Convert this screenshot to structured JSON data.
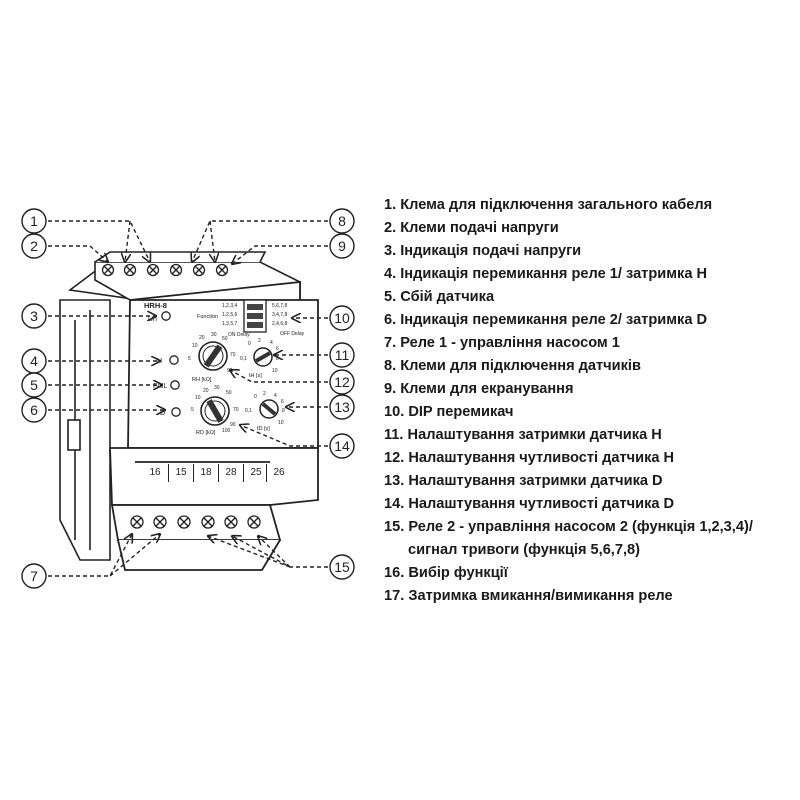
{
  "device": {
    "model": "HRH-8",
    "un_label": "Un",
    "h_label": "H",
    "fail_label": "FAIL",
    "d_label": "D",
    "function_label": "Function",
    "on_delay_label": "ON Delay",
    "off_delay_label": "OFF Delay",
    "dip_left": [
      "1,2,3,4",
      "1,2,5,6",
      "1,3,5,7"
    ],
    "dip_right": [
      "5,6,7,8",
      "3,4,7,8",
      "2,4,6,8"
    ],
    "rh_label": "RH [kΩ]",
    "rd_label": "RD [kΩ]",
    "th_label": "tH [s]",
    "td_label": "tD [s]",
    "rh_scale": [
      "5",
      "10",
      "20",
      "30",
      "50",
      "70",
      "90"
    ],
    "rd_scale": [
      "5",
      "10",
      "20",
      "30",
      "50",
      "70",
      "90",
      "100"
    ],
    "t_scale": [
      "0",
      "0,1",
      "2",
      "4",
      "6",
      "8",
      "10"
    ],
    "terminals_bottom": [
      "16",
      "15",
      "18",
      "28",
      "25",
      "26"
    ]
  },
  "callouts": [
    "1",
    "2",
    "3",
    "4",
    "5",
    "6",
    "7",
    "8",
    "9",
    "10",
    "11",
    "12",
    "13",
    "14",
    "15"
  ],
  "legend": [
    "1. Клема для підключення загального кабеля",
    "2. Клеми подачі напруги",
    "3. Індикація подачі напруги",
    "4. Індикація перемикання реле 1/ затримка H",
    "5. Сбій датчика",
    "6. Індикація перемикання реле 2/ затримка D",
    "7. Реле 1 - управління насосом 1",
    "8. Клеми для підключення датчиків",
    "9. Клеми для екранування",
    "10. DIP перемикач",
    "11. Налаштування затримки датчика H",
    "12. Налаштування чутливості датчика H",
    "13. Налаштування затримки датчика D",
    "14. Налаштування чутливості датчика D",
    "15. Реле 2 - управління насосом 2 (функція 1,2,3,4)/",
    "сигнал тривоги (функція 5,6,7,8)",
    "16. Вибір функції",
    "17. Затримка вмикання/вимикання реле"
  ]
}
